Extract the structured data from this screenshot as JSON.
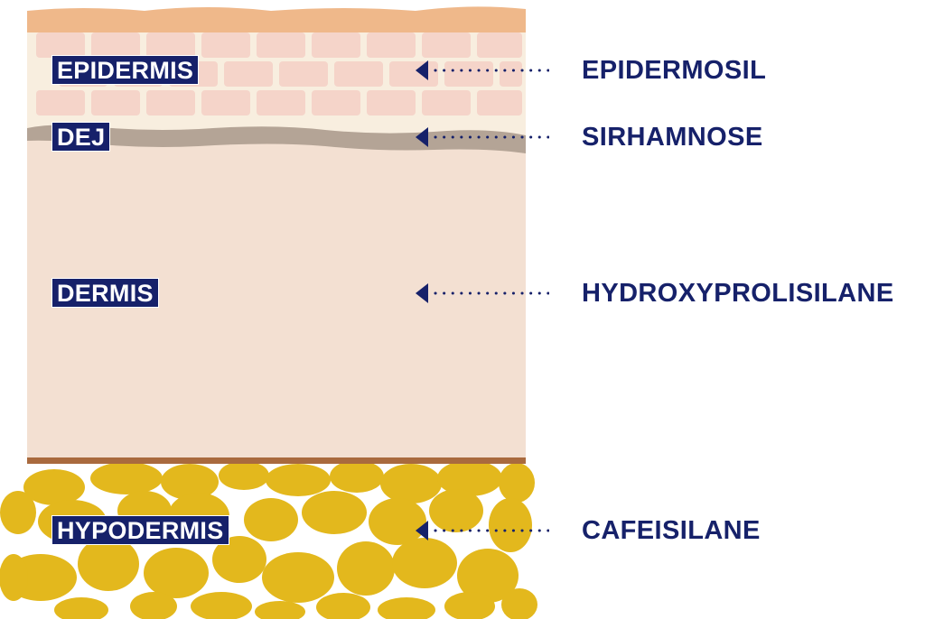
{
  "layers": [
    {
      "key": "epidermis",
      "label": "EPIDERMIS"
    },
    {
      "key": "dej",
      "label": "DEJ"
    },
    {
      "key": "dermis",
      "label": "DERMIS"
    },
    {
      "key": "hypodermis",
      "label": "HYPODERMIS"
    }
  ],
  "ingredients": [
    {
      "layer": "epidermis",
      "label": "EPIDERMOSIL"
    },
    {
      "layer": "dej",
      "label": "SIRHAMNOSE"
    },
    {
      "layer": "dermis",
      "label": "HYDROXYPROLISILANE"
    },
    {
      "layer": "hypodermis",
      "label": "CAFEISILANE"
    }
  ],
  "colors": {
    "navy": "#16216a",
    "stratum": "#efb88a",
    "epidermis_bg": "#f8eedf",
    "cells": "#f5d4c9",
    "dej": "#b4a496",
    "dermis": "#f3e0d2",
    "basal_line": "#a96a3e",
    "fat": "#e3b81d"
  },
  "icons": {
    "pointer": "left-triangle-arrow-icon"
  }
}
